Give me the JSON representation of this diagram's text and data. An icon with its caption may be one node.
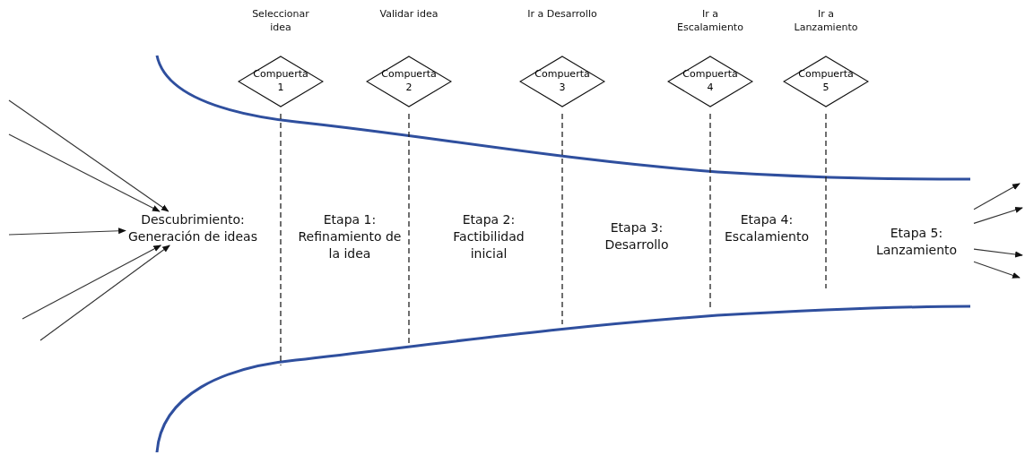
{
  "diagram": {
    "nodes": [
      {
        "text": [
          "Descubrimiento: Generación de ideas"
        ]
      },
      {
        "text": [
          "Seleccionar idea",
          "Compuerta 1"
        ]
      },
      {
        "text": [
          "Validar idea",
          "Compuerta 2"
        ]
      },
      {
        "text": [
          "Ir a Desarrollo",
          "Compuerta 3"
        ]
      },
      {
        "text": [
          "Ir a Escalamiento",
          "Compuerta 4"
        ]
      },
      {
        "text": [
          "Ir a Lanzamiento",
          "Compuerta 5"
        ]
      },
      {
        "text": [
          "Etapa 1: Refinamiento de la idea"
        ]
      },
      {
        "text": [
          "Etapa 2: Factibilidad inicial"
        ]
      },
      {
        "text": [
          "Etapa 3: Desarrollo"
        ]
      },
      {
        "text": [
          "Etapa 4: Escalamiento"
        ]
      },
      {
        "text": [
          "Etapa 5: Lanzamiento"
        ]
      }
    ],
    "edges": [
      {
        "from": null,
        "to": 0,
        "arrow": "to"
      },
      {
        "from": null,
        "to": 0,
        "arrow": "to"
      },
      {
        "from": null,
        "to": 0,
        "arrow": "to"
      },
      {
        "from": null,
        "to": 0,
        "arrow": "to"
      },
      {
        "from": null,
        "to": 0,
        "arrow": "to"
      },
      {
        "from": 10,
        "to": null,
        "arrow": "to"
      },
      {
        "from": 10,
        "to": null,
        "arrow": "to"
      },
      {
        "from": 10,
        "to": null,
        "arrow": "to"
      },
      {
        "from": 10,
        "to": null,
        "arrow": "to"
      }
    ]
  }
}
